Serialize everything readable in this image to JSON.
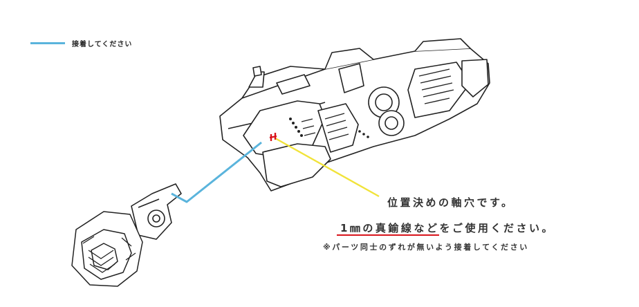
{
  "legend": {
    "label": "接着してください",
    "color": "#5ab4dc"
  },
  "notes": {
    "line1": "位置決めの軸穴です。",
    "line2": "1㎜の真鍮線などをご使用ください。",
    "line3": "※パーツ同士のずれが無いよう接着してください"
  },
  "colors": {
    "glue_line": "#5ab4dc",
    "pointer_line": "#f1e33a",
    "hole_mark": "#d8141b",
    "underline": "#d8141b",
    "linework": "#222222"
  }
}
